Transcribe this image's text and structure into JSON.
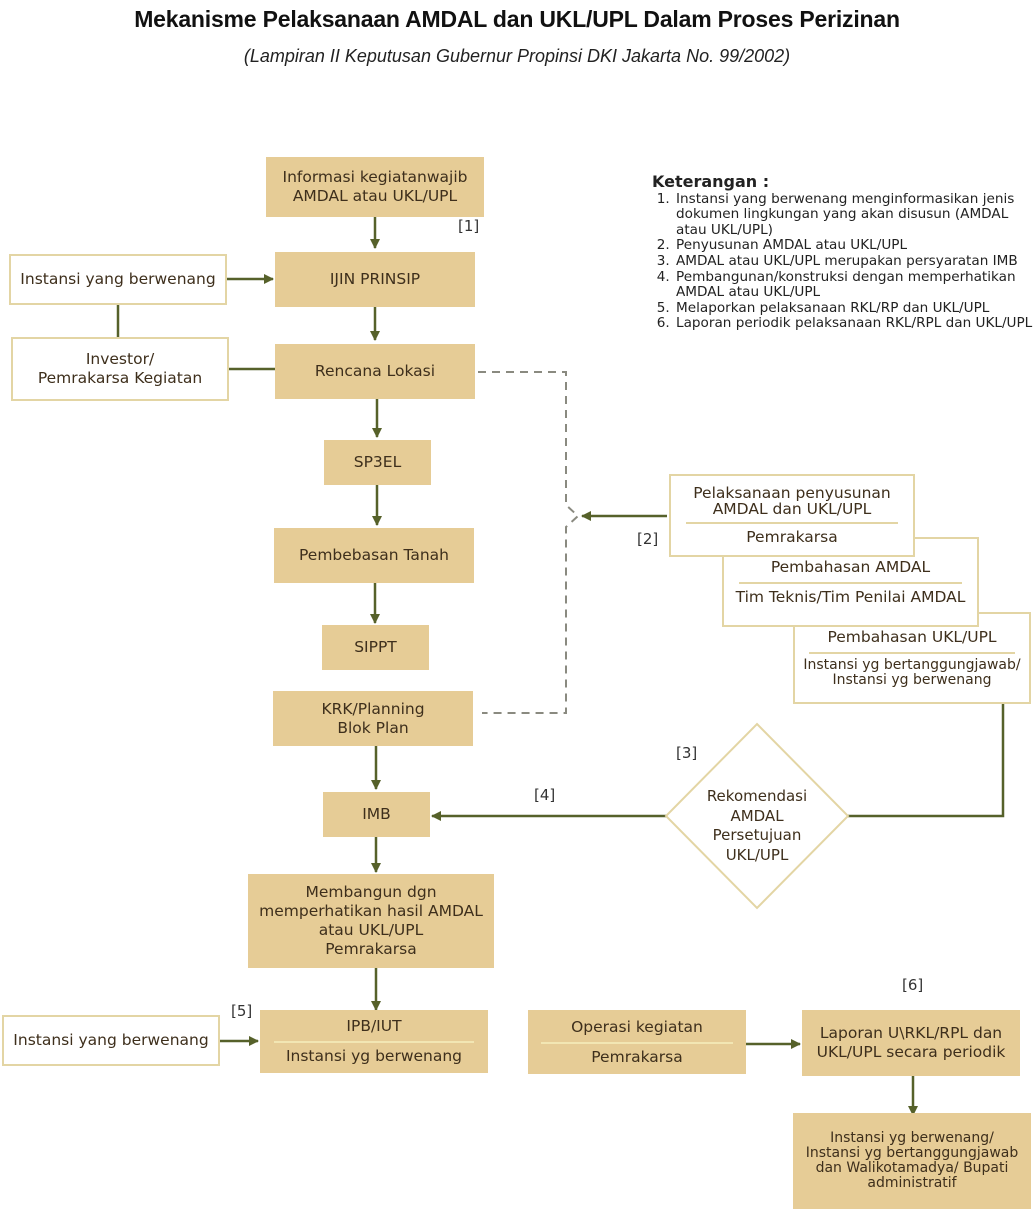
{
  "header": {
    "title": "Mekanisme Pelaksanaan AMDAL dan UKL/UPL Dalam Proses Perizinan",
    "subtitle": "(Lampiran II Keputusan Gubernur Propinsi DKI Jakarta No. 99/2002)"
  },
  "legend": {
    "heading": "Keterangan :",
    "items": [
      "Instansi yang berwenang menginformasikan jenis dokumen lingkungan yang akan disusun (AMDAL atau UKL/UPL)",
      "Penyusunan AMDAL atau UKL/UPL",
      "AMDAL atau UKL/UPL merupakan persyaratan IMB",
      "Pembangunan/konstruksi dengan memperhatikan AMDAL atau UKL/UPL",
      "Melaporkan pelaksanaan RKL/RP dan UKL/UPL",
      "Laporan periodik pelaksanaan RKL/RPL dan UKL/UPL"
    ]
  },
  "nodes": {
    "informasi": [
      "Informasi kegiatanwajib",
      "AMDAL atau UKL/UPL"
    ],
    "ijin_prinsip": "IJIN PRINSIP",
    "instansi_top": "Instansi yang berwenang",
    "investor": [
      "Investor/",
      "Pemrakarsa Kegiatan"
    ],
    "rencana_lokasi": "Rencana Lokasi",
    "sp3el": "SP3EL",
    "pembebasan_tanah": "Pembebasan Tanah",
    "sippt": "SIPPT",
    "krk": [
      "KRK/Planning",
      "Blok Plan"
    ],
    "imb": "IMB",
    "membangun": [
      "Membangun dgn",
      "memperhatikan hasil  AMDAL",
      "atau UKL/UPL",
      "Pemrakarsa"
    ],
    "ipb": {
      "title": "IPB/IUT",
      "sub": "Instansi yg berwenang"
    },
    "instansi_bottom": "Instansi yang berwenang",
    "operasi": {
      "title": "Operasi kegiatan",
      "sub": "Pemrakarsa"
    },
    "laporan": [
      "Laporan U\\RKL/RPL dan",
      "UKL/UPL secara periodik"
    ],
    "instansi_final": [
      "Instansi yg berwenang/",
      "Instansi yg bertanggungjawab",
      "dan Walikotamadya/ Bupati",
      "administratif"
    ],
    "pelaksanaan": {
      "title": [
        "Pelaksanaan penyusunan",
        "AMDAL dan UKL/UPL"
      ],
      "sub": "Pemrakarsa"
    },
    "pembahasan_amdal": {
      "title": "Pembahasan AMDAL",
      "sub": "Tim Teknis/Tim Penilai AMDAL"
    },
    "pembahasan_ukl": {
      "title": "Pembahasan UKL/UPL",
      "sub": [
        "Instansi yg bertanggungjawab/",
        "Instansi yg berwenang"
      ]
    },
    "rekomendasi": [
      "Rekomendasi",
      "AMDAL",
      "Persetujuan",
      "UKL/UPL"
    ]
  },
  "step_labels": [
    "[1]",
    "[2]",
    "[3]",
    "[4]",
    "[5]",
    "[6]"
  ],
  "colors": {
    "box_fill": "#e6cc96",
    "box_outline": "#e3d5a4",
    "arrow": "#56612a",
    "dashed": "#8a8a80"
  }
}
